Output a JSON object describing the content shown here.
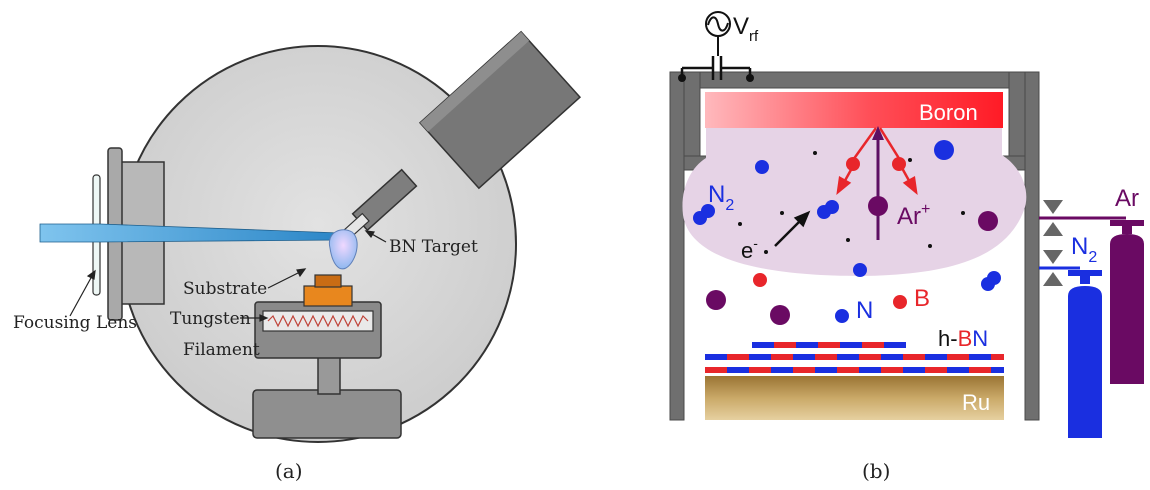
{
  "panel_a": {
    "caption": "(a)",
    "labels": {
      "bn_target": "BN Target",
      "substrate": "Substrate",
      "tungsten": "Tungsten",
      "filament": "Filament",
      "focusing_lens": "Focusing Lens"
    }
  },
  "panel_b": {
    "caption": "(b)",
    "labels": {
      "vrf_main": "V",
      "vrf_sub": "rf",
      "boron": "Boron",
      "n2_main": "N",
      "n2_sub": "2",
      "e_main": "e",
      "e_sup": "-",
      "ar_plus_main": "Ar",
      "ar_plus_sup": "+",
      "n_atom": "N",
      "b_atom": "B",
      "hbn_h": "h-",
      "hbn_b": "B",
      "hbn_n": "N",
      "ru": "Ru",
      "ar_tank": "Ar",
      "n2_tank_main": "N",
      "n2_tank_sub": "2"
    },
    "colors": {
      "boron_red": "#e8262b",
      "nitrogen_blue": "#1a2fe0",
      "argon_purple": "#6a0a63",
      "plasma": "#e6d3e6",
      "ru_gold": "#b8934f"
    }
  }
}
